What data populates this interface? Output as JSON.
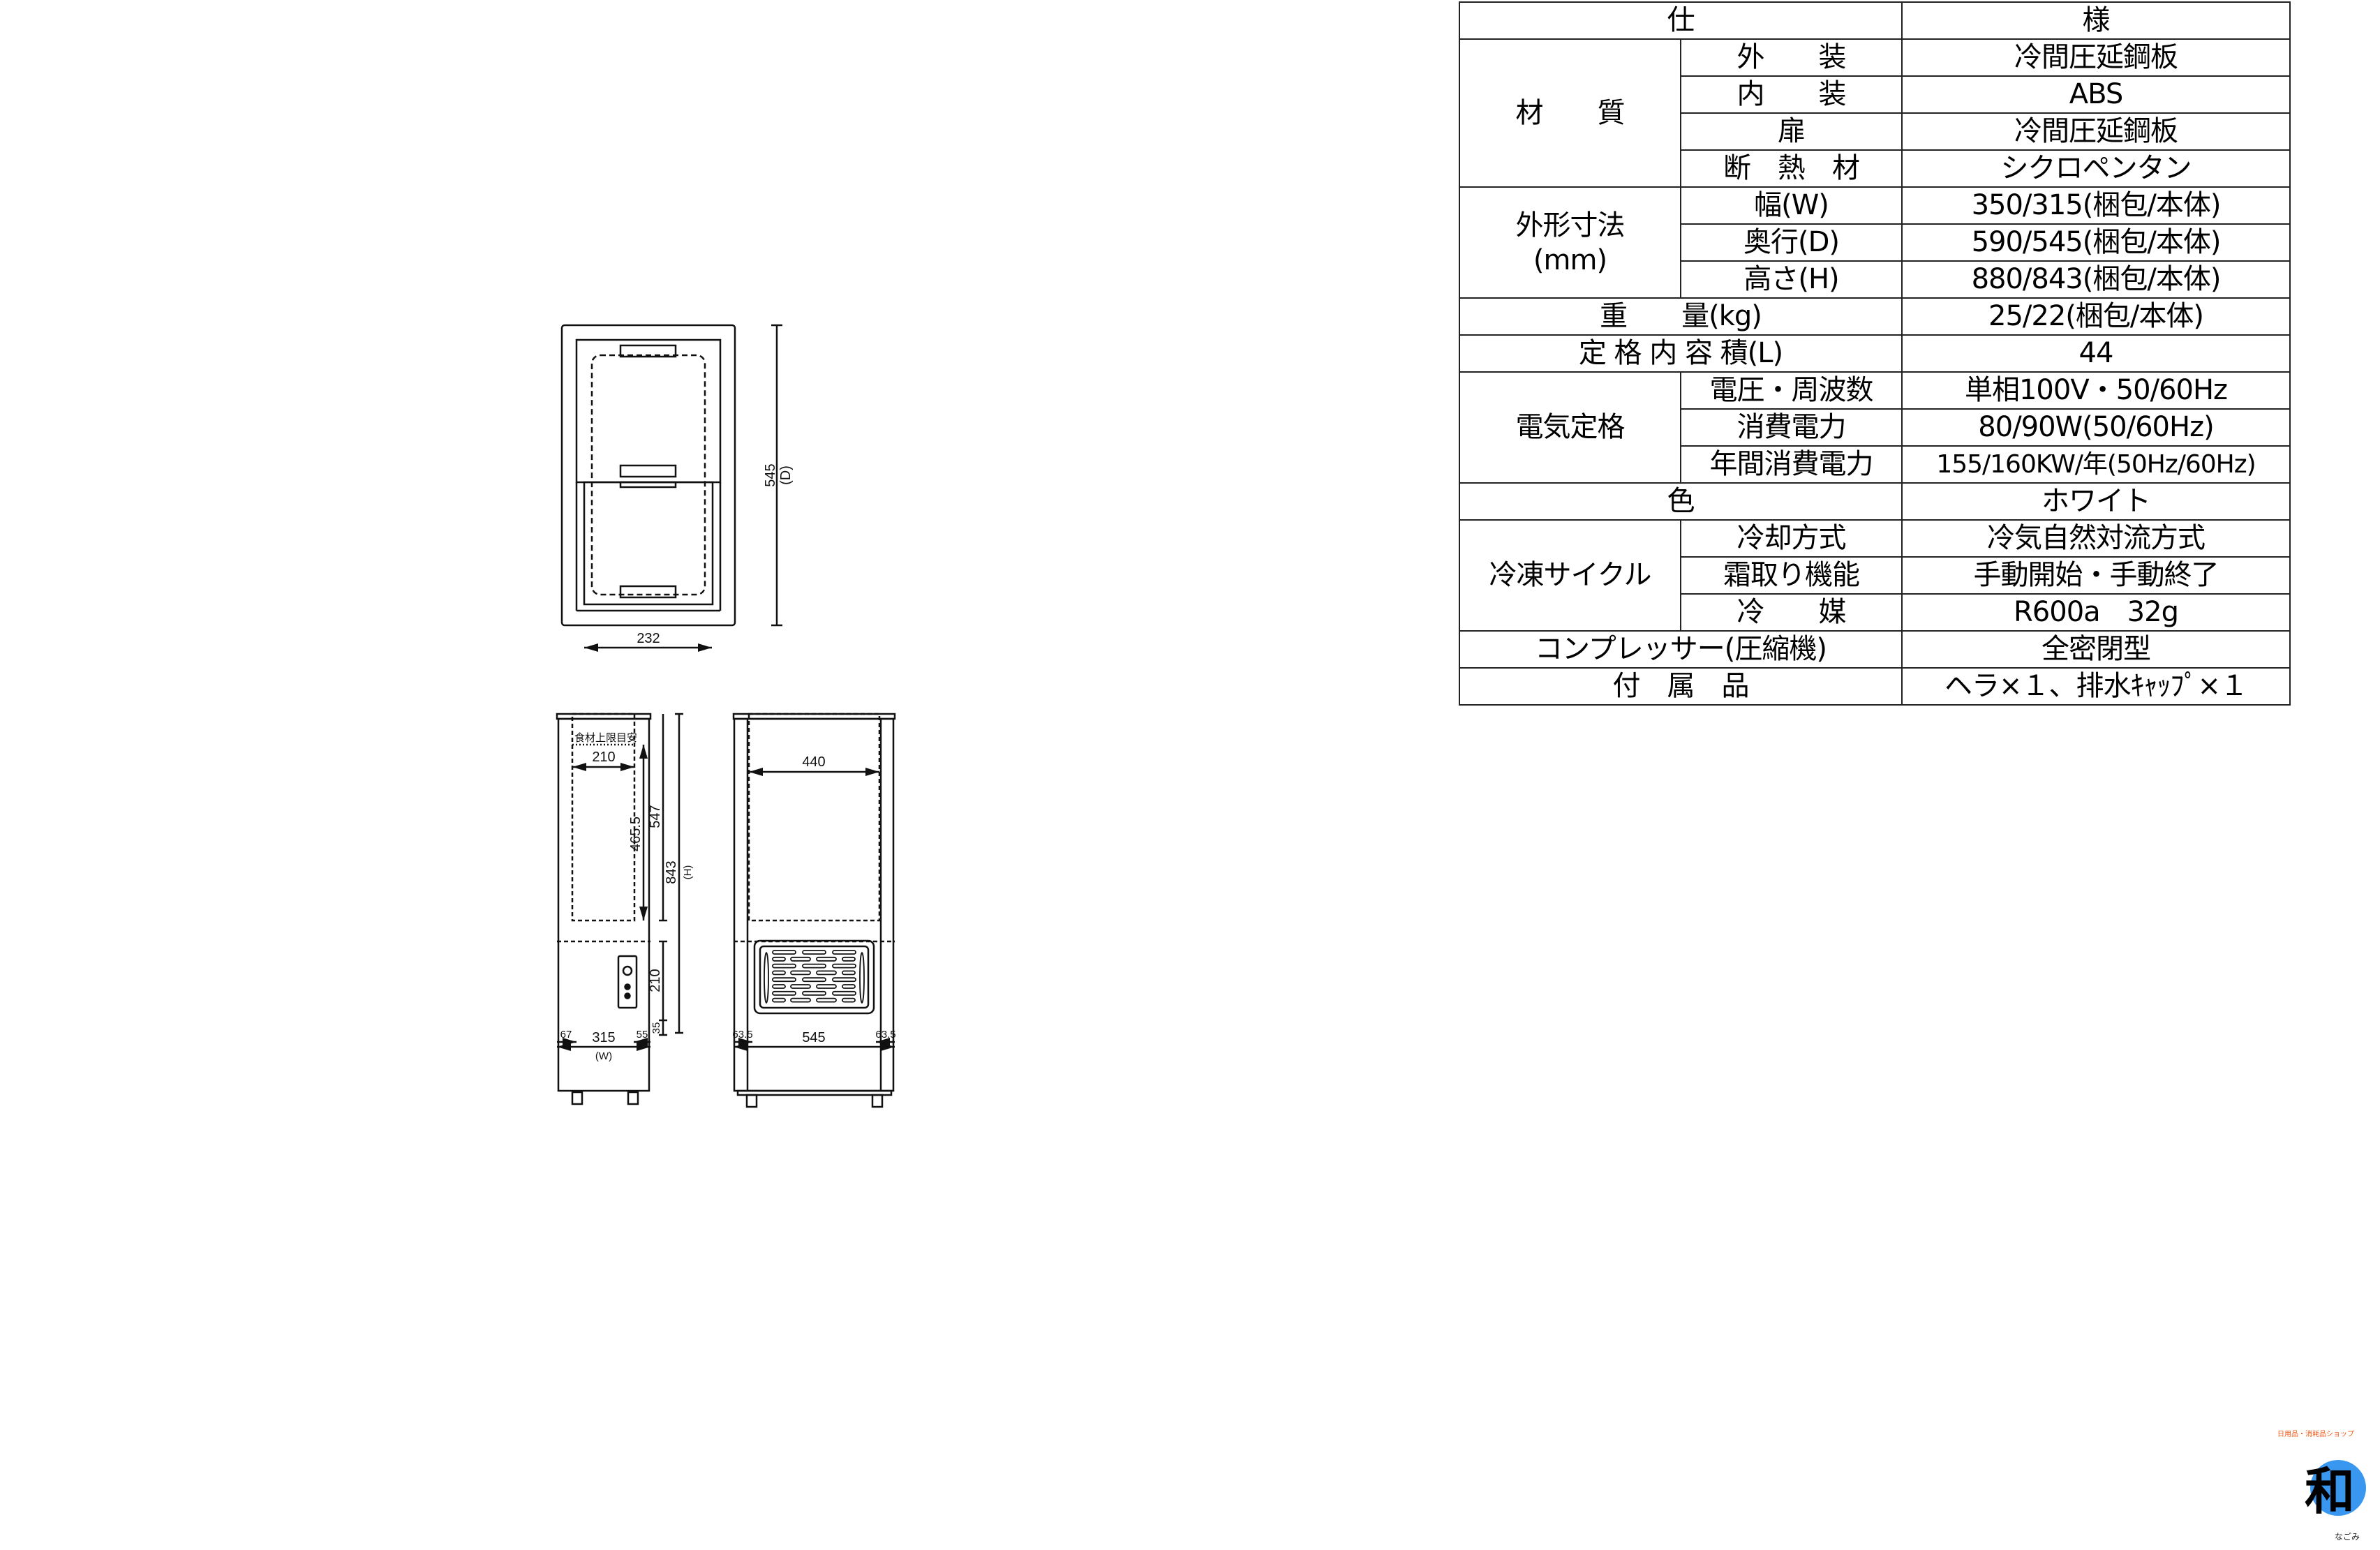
{
  "spec_table": {
    "header": {
      "left": "仕",
      "right": "様"
    },
    "material": {
      "label": "材　　質",
      "rows": [
        {
          "label": "外　　装",
          "value": "冷間圧延鋼板"
        },
        {
          "label": "内　　装",
          "value": "ABS"
        },
        {
          "label": "扉",
          "value": "冷間圧延鋼板"
        },
        {
          "label": "断　熱　材",
          "value": "シクロペンタン"
        }
      ]
    },
    "dimensions": {
      "label": "外形寸法",
      "unit": "(mm)",
      "rows": [
        {
          "label": "幅(W)",
          "value": "350/315(梱包/本体)"
        },
        {
          "label": "奥行(D)",
          "value": "590/545(梱包/本体)"
        },
        {
          "label": "高さ(H)",
          "value": "880/843(梱包/本体)"
        }
      ]
    },
    "weight": {
      "label": "重　　量(kg)",
      "value": "25/22(梱包/本体)"
    },
    "capacity": {
      "label": "定 格 内 容 積(L)",
      "value": "44"
    },
    "electrical": {
      "label": "電気定格",
      "rows": [
        {
          "label": "電圧・周波数",
          "value": "単相100V・50/60Hz"
        },
        {
          "label": "消費電力",
          "value": "80/90W(50/60Hz)"
        },
        {
          "label": "年間消費電力",
          "value": "155/160KW/年(50Hz/60Hz)"
        }
      ]
    },
    "color": {
      "label": "色",
      "value": "ホワイト"
    },
    "refrigeration": {
      "label": "冷凍サイクル",
      "rows": [
        {
          "label": "冷却方式",
          "value": "冷気自然対流方式"
        },
        {
          "label": "霜取り機能",
          "value": "手動開始・手動終了"
        },
        {
          "label": "冷　　媒",
          "value": "R600a　32g"
        }
      ]
    },
    "compressor": {
      "label": "コンプレッサー(圧縮機)",
      "value": "全密閉型"
    },
    "accessories": {
      "label": "付　属　品",
      "value": "ヘラ×１、排水ｷｬｯﾌﾟ×１"
    }
  },
  "drawings": {
    "top_view": {
      "width_dim": "232",
      "depth_dim": "545",
      "depth_label": "(D)"
    },
    "front_view": {
      "food_limit_label": "食材上限目安",
      "inner_width": "210",
      "inner_height": "465.5",
      "upper_height": "547",
      "total_height": "843",
      "height_label": "(H)",
      "lower_height": "210",
      "foot_height": "35",
      "left_offset": "67",
      "right_offset": "55",
      "total_width": "315",
      "width_label": "(W)"
    },
    "side_view": {
      "inner_depth": "440",
      "total_depth": "545",
      "left_offset": "63.5",
      "right_offset": "63.5"
    }
  },
  "logo": {
    "main": "和",
    "tagline": "日用品・消耗品ショップ",
    "name": "なごみ",
    "circle_color": "#3a97f0",
    "ribbon_color": "#f07a2a"
  }
}
